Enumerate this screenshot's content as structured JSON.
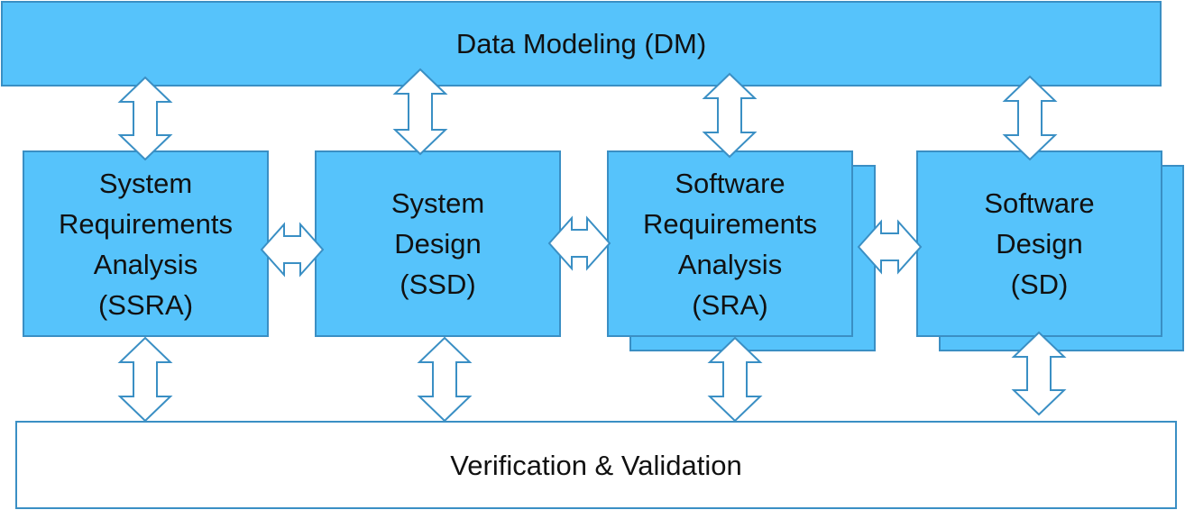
{
  "top": {
    "label": "Data Modeling (DM)"
  },
  "stages": [
    {
      "label": "System\nRequirements\nAnalysis\n(SSRA)"
    },
    {
      "label": "System\nDesign\n(SSD)"
    },
    {
      "label": "Software\nRequirements\nAnalysis\n(SRA)"
    },
    {
      "label": "Software\nDesign\n(SD)"
    }
  ],
  "bottom": {
    "label": "Verification & Validation"
  },
  "colors": {
    "box_fill": "#56c3fb",
    "box_border": "#3a8fc4",
    "arrow_fill": "#ffffff"
  }
}
